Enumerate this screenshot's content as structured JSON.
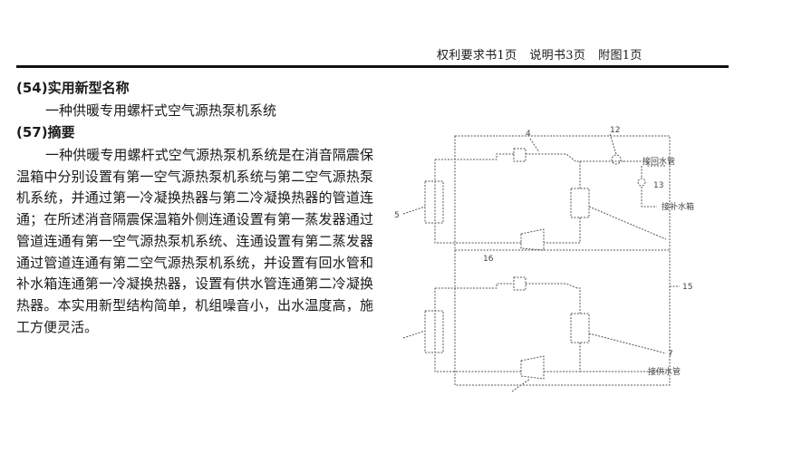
{
  "header": {
    "claims": "权利要求书1页",
    "description": "说明书3页",
    "drawings": "附图1页"
  },
  "section54": {
    "title": "(54)实用新型名称",
    "name": "一种供暖专用螺杆式空气源热泵机系统"
  },
  "section57": {
    "title": "(57)摘要",
    "abstract": "一种供暖专用螺杆式空气源热泵机系统是在消音隔震保温箱中分别设置有第一空气源热泵机系统与第二空气源热泵机系统，并通过第一冷凝换热器与第二冷凝换热器的管道连通；在所述消音隔震保温箱外侧连通设置有第一蒸发器通过管道连通有第一空气源热泵机系统、连通设置有第二蒸发器通过管道连通有第二空气源热泵机系统，并设置有回水管和补水箱连通第一冷凝换热器，设置有供水管连通第二冷凝换热器。本实用新型结构简单，机组噪音小，出水温度高，施工方便灵活。"
  },
  "figure": {
    "labels": {
      "return_pipe": "接回水管",
      "makeup_tank": "接补水箱",
      "supply_pipe": "接供水管",
      "n12": "12",
      "n13": "13",
      "n15": "15",
      "n16": "16",
      "n4": "4",
      "n5": "5",
      "n7": "7"
    }
  }
}
